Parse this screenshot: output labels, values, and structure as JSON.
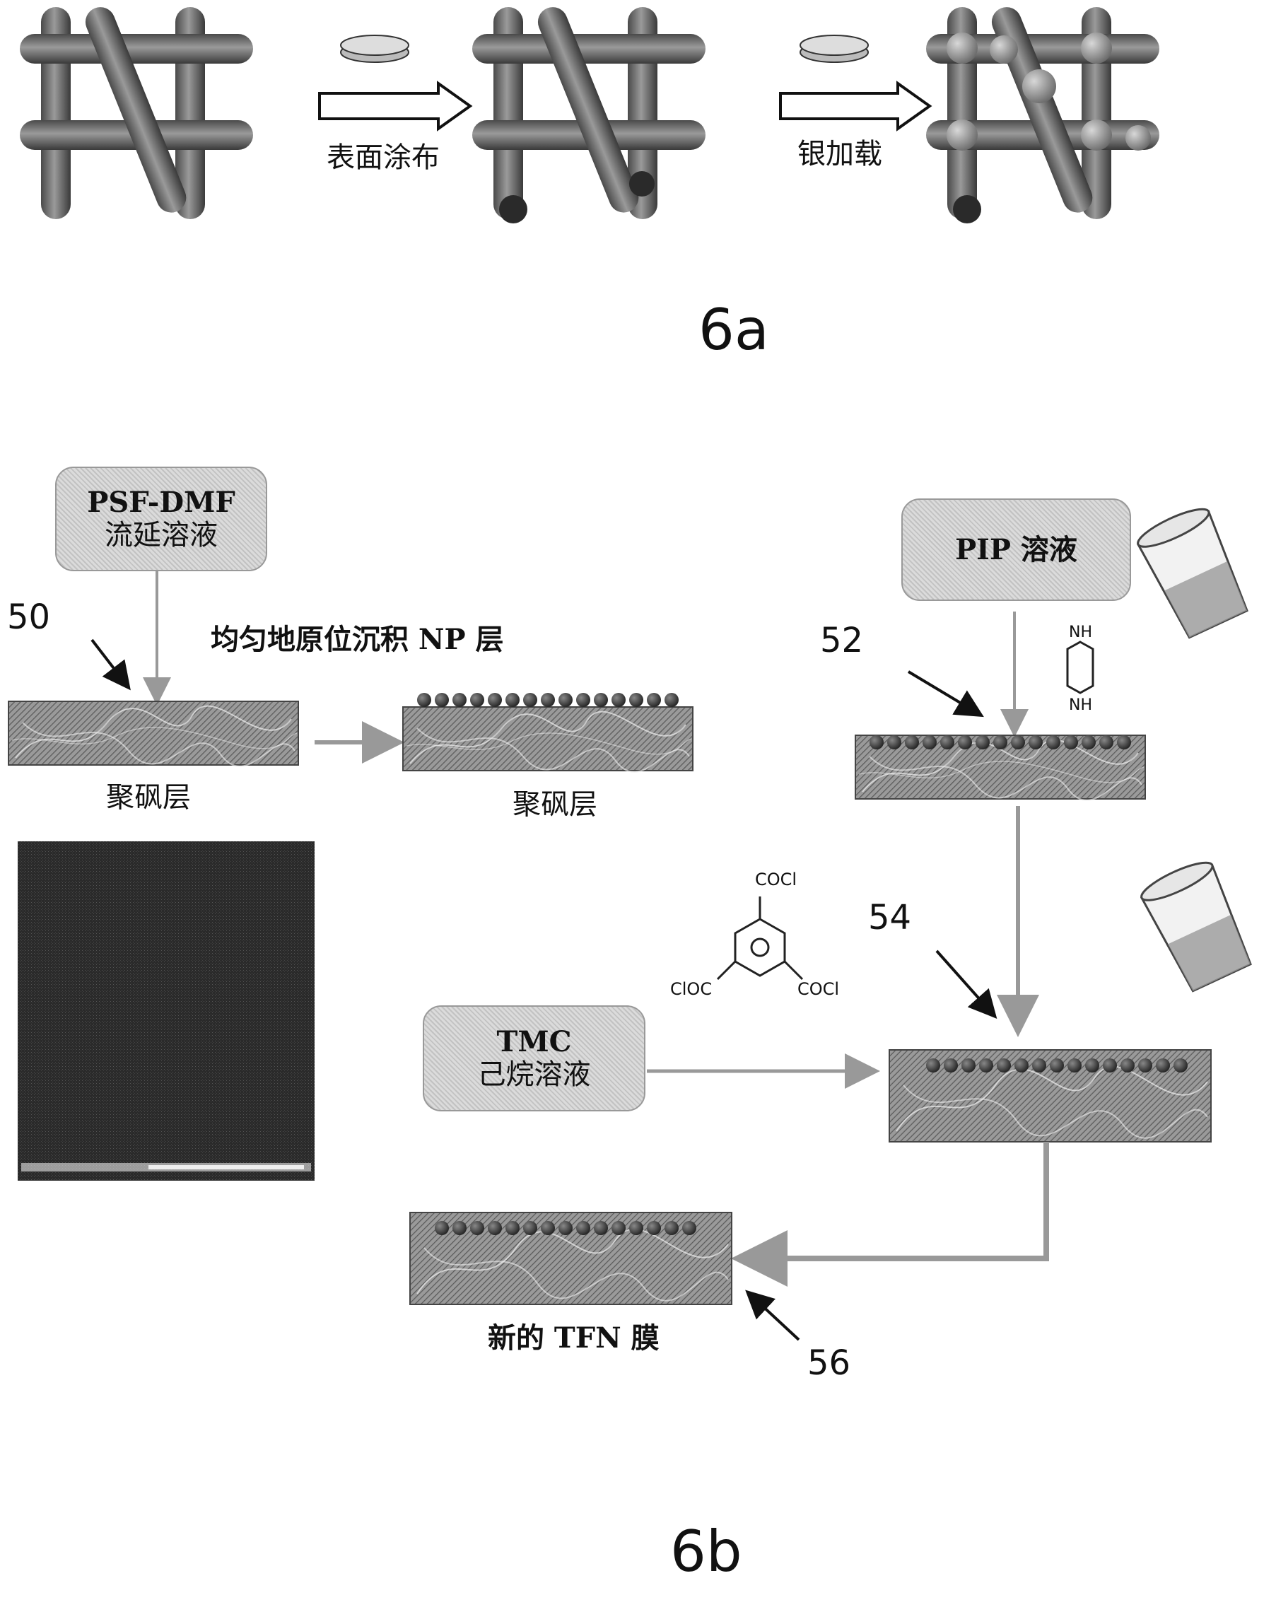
{
  "fig_6a": {
    "label": "6a",
    "step1_label": "表面涂布",
    "step2_label": "银加载"
  },
  "fig_6b": {
    "label": "6b",
    "psf_box": {
      "line1": "PSF-DMF",
      "line2": "流延溶液"
    },
    "np_deposit_label": "均匀地原位沉积 NP 层",
    "psf_layer_label_1": "聚砜层",
    "psf_layer_label_2": "聚砜层",
    "pip_box": {
      "text": "PIP 溶液"
    },
    "tmc_box": {
      "line1": "TMC",
      "line2": "己烷溶液"
    },
    "piperazine_nh_top": "NH",
    "piperazine_nh_bottom": "NH",
    "tmc_group_top": "COCl",
    "tmc_group_left": "ClOC",
    "tmc_group_right": "COCl",
    "tfn_label": "新的 TFN 膜",
    "ref_50": "50",
    "ref_52": "52",
    "ref_54": "54",
    "ref_56": "56"
  }
}
